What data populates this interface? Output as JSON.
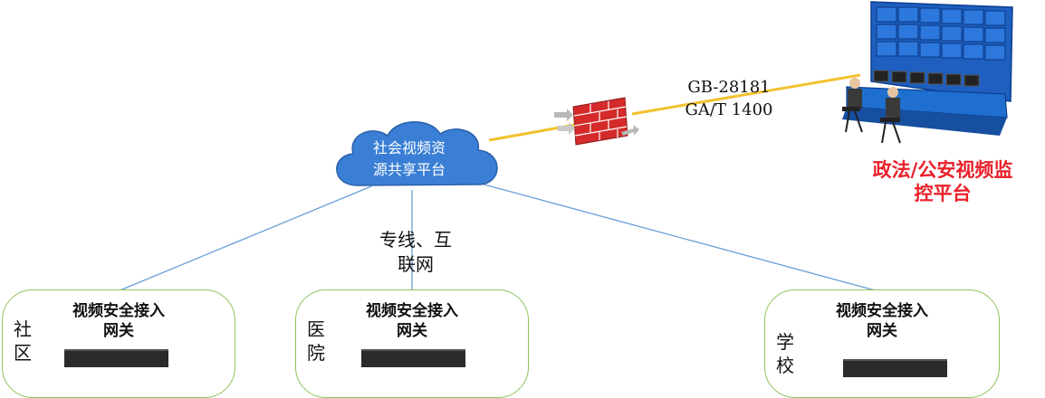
{
  "cloud": {
    "label_lines": [
      "社会视频资",
      "源共享平台"
    ]
  },
  "protocol": {
    "lines": [
      "GB-28181",
      "GA/T 1400"
    ]
  },
  "link_label": {
    "lines": [
      "专线、互",
      "联网"
    ]
  },
  "platform": {
    "title_lines": [
      "政法/公安视频监",
      "控平台"
    ]
  },
  "sites": [
    {
      "gateway_lines": [
        "视频安全接入",
        "网关"
      ],
      "name": "社区"
    },
    {
      "gateway_lines": [
        "视频安全接入",
        "网关"
      ],
      "name": "医院"
    },
    {
      "gateway_lines": [
        "视频安全接入",
        "网关"
      ],
      "name": "学校"
    }
  ],
  "colors": {
    "cloud": "#3a7fd5",
    "link_line": "#6a9fd8",
    "uplink": "#f2c12e",
    "firewall": "#d42a2a",
    "site_border": "#8fc35a",
    "platform_title": "#e8202a",
    "video_wall": "#1e5fbf"
  },
  "icons": [
    "cloud-icon",
    "firewall-icon",
    "monitoring-center-icon",
    "gateway-device-icon"
  ]
}
